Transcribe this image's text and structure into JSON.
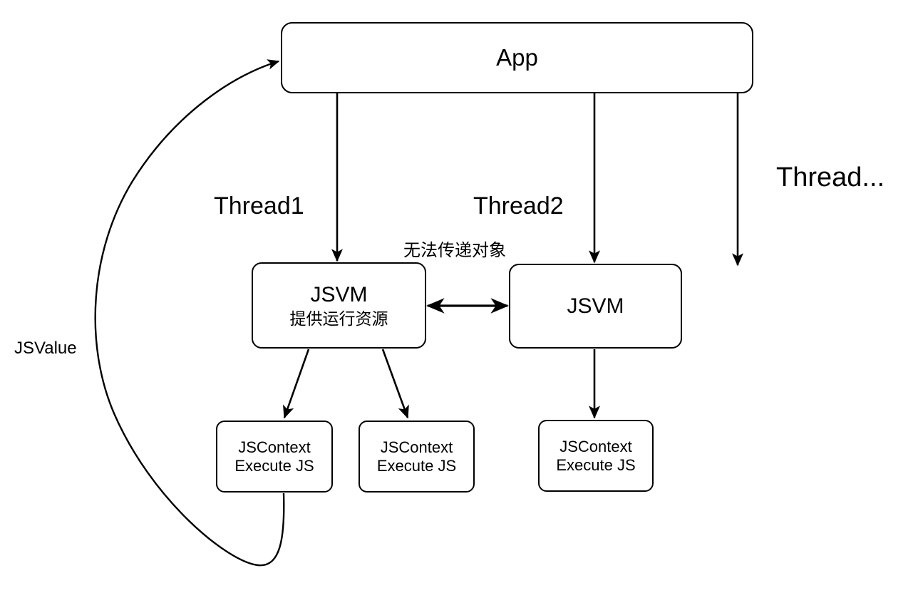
{
  "diagram": {
    "title": "JSVM multi-thread architecture",
    "stroke_color": "#000000",
    "background_color": "#ffffff",
    "nodes": {
      "app": {
        "label": "App"
      },
      "jsvm_thread1": {
        "label": "JSVM",
        "sublabel": "提供运行资源"
      },
      "jsvm_thread2": {
        "label": "JSVM"
      },
      "context_1": {
        "label": "JSContext",
        "sublabel": "Execute JS"
      },
      "context_2": {
        "label": "JSContext",
        "sublabel": "Execute JS"
      },
      "context_3": {
        "label": "JSContext",
        "sublabel": "Execute JS"
      }
    },
    "edge_labels": {
      "thread1": "Thread1",
      "thread2": "Thread2",
      "thread_more": "Thread...",
      "no_object_transfer": "无法传递对象",
      "jsvalue": "JSValue"
    },
    "edges": [
      {
        "name": "app-to-jsvm1",
        "from": "app",
        "to": "jsvm_thread1",
        "label": "Thread1",
        "style": "straight-arrow"
      },
      {
        "name": "app-to-jsvm2",
        "from": "app",
        "to": "jsvm_thread2",
        "label": "Thread2",
        "style": "straight-arrow"
      },
      {
        "name": "app-to-threadn",
        "from": "app",
        "to": "",
        "label": "Thread...",
        "style": "straight-arrow"
      },
      {
        "name": "jsvm1-to-jsvm2",
        "from": "jsvm_thread1",
        "to": "jsvm_thread2",
        "label": "无法传递对象",
        "style": "bidirectional-arrow"
      },
      {
        "name": "jsvm1-to-context1",
        "from": "jsvm_thread1",
        "to": "context_1",
        "label": "",
        "style": "diagonal-arrow"
      },
      {
        "name": "jsvm1-to-context2",
        "from": "jsvm_thread1",
        "to": "context_2",
        "label": "",
        "style": "diagonal-arrow"
      },
      {
        "name": "jsvm2-to-context3",
        "from": "jsvm_thread2",
        "to": "context_3",
        "label": "",
        "style": "straight-arrow"
      },
      {
        "name": "context1-to-app",
        "from": "context_1",
        "to": "app",
        "label": "JSValue",
        "style": "curved-arrow"
      }
    ]
  }
}
